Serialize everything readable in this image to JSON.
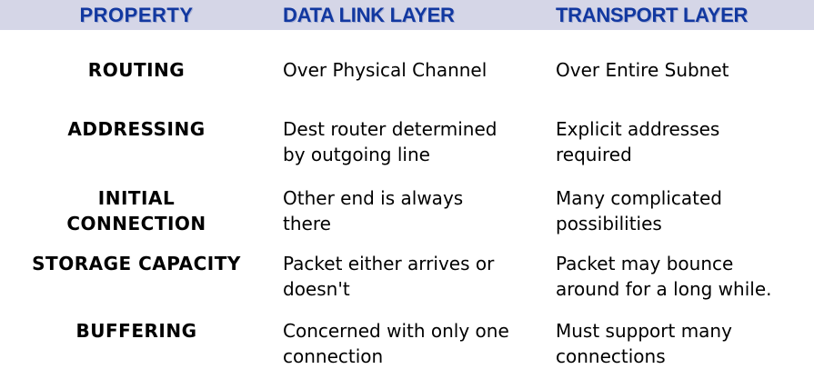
{
  "colors": {
    "header_bg": "#d5d6e7",
    "header_text": "#1238a0",
    "body_text": "#000000"
  },
  "header": {
    "columns": [
      "PROPERTY",
      "DATA LINK LAYER",
      "TRANSPORT LAYER"
    ]
  },
  "rows": [
    {
      "property": "ROUTING",
      "data_link_layer": "Over Physical Channel",
      "transport_layer": "Over Entire Subnet"
    },
    {
      "property": "ADDRESSING",
      "data_link_layer": "Dest router determined\nby outgoing line",
      "transport_layer": "Explicit addresses\nrequired"
    },
    {
      "property": "INITIAL\nCONNECTION",
      "data_link_layer": "Other end is always\nthere",
      "transport_layer": "Many complicated\npossibilities"
    },
    {
      "property": "STORAGE CAPACITY",
      "data_link_layer": "Packet either arrives or\ndoesn't",
      "transport_layer": "Packet may bounce\naround for a long while."
    },
    {
      "property": "BUFFERING",
      "data_link_layer": "Concerned with only one\nconnection",
      "transport_layer": "Must support many\nconnections"
    }
  ]
}
